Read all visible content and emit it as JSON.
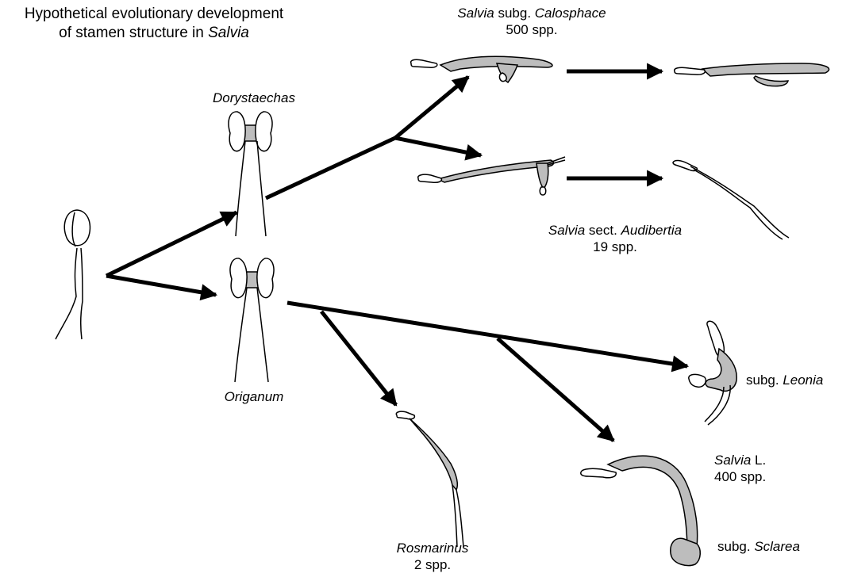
{
  "title": {
    "line1": "Hypothetical evolutionary development",
    "line2_text": "of stamen structure in ",
    "line2_genus": "Salvia"
  },
  "taxa": {
    "calosphace": {
      "genus": "Salvia",
      "rank": " subg. ",
      "name": "Calosphace",
      "count": "500 spp."
    },
    "audibertia": {
      "genus": "Salvia",
      "rank": " sect. ",
      "name": "Audibertia",
      "count": "19 spp."
    },
    "dorystaechas": {
      "name": "Dorystaechas"
    },
    "origanum": {
      "name": "Origanum"
    },
    "rosmarinus": {
      "name": "Rosmarinus",
      "count": "2 spp."
    },
    "leonia": {
      "rank": "subg. ",
      "name": "Leonia"
    },
    "salvia_l": {
      "genus": "Salvia",
      "suffix": " L.",
      "count": "400 spp."
    },
    "sclarea": {
      "rank": "subg. ",
      "name": "Sclarea"
    }
  },
  "colors": {
    "stroke": "#000000",
    "connective_fill": "#bdbdbd",
    "anther_fill": "#ffffff"
  }
}
